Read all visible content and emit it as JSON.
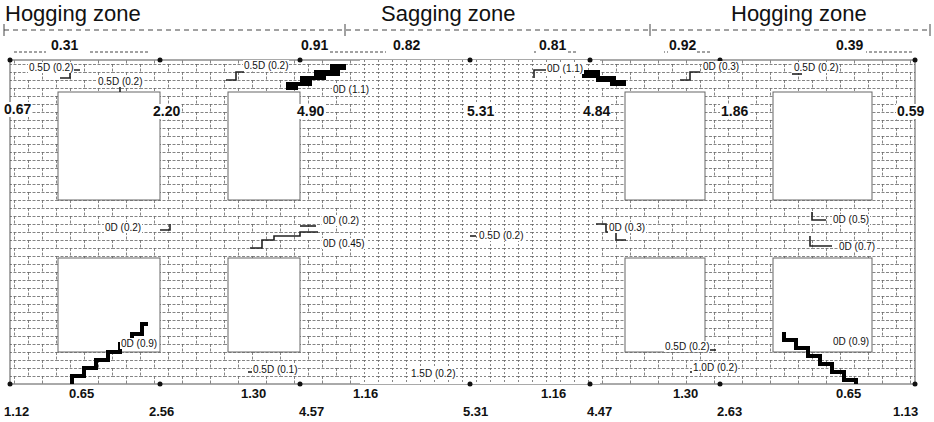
{
  "diagram": {
    "labels": [
      "Hogging zone",
      "Sagging zone",
      "Hogging zone",
      "0.31",
      "0.91",
      "0.82",
      "0.81",
      "0.92",
      "0.39",
      "0.5D (0.2)",
      "0.5D (0.2)",
      "0.5D (0.2)",
      "0D (1.1)",
      "0D (1.1)",
      "0D (0.3)",
      "0.5D (0.2)",
      "0.67",
      "2.20",
      "4.90",
      "5.31",
      "4.84",
      "1.86",
      "0.59",
      "0D (0.2)",
      "0D (0.2)",
      "0D (0.45)",
      "0.5D (0.2)",
      "0D (0.3)",
      "0D (0.5)",
      "0D (0.7)",
      "0D (0.9)",
      "0.5D (0.2)",
      "0.5D (0.1)",
      "1.0D (0.2)",
      "0D (0.9)",
      "1.5D (0.2)",
      "0.65",
      "1.30",
      "1.16",
      "1.16",
      "1.30",
      "0.65",
      "1.12",
      "2.56",
      "4.57",
      "5.31",
      "4.47",
      "2.63",
      "1.13"
    ]
  }
}
